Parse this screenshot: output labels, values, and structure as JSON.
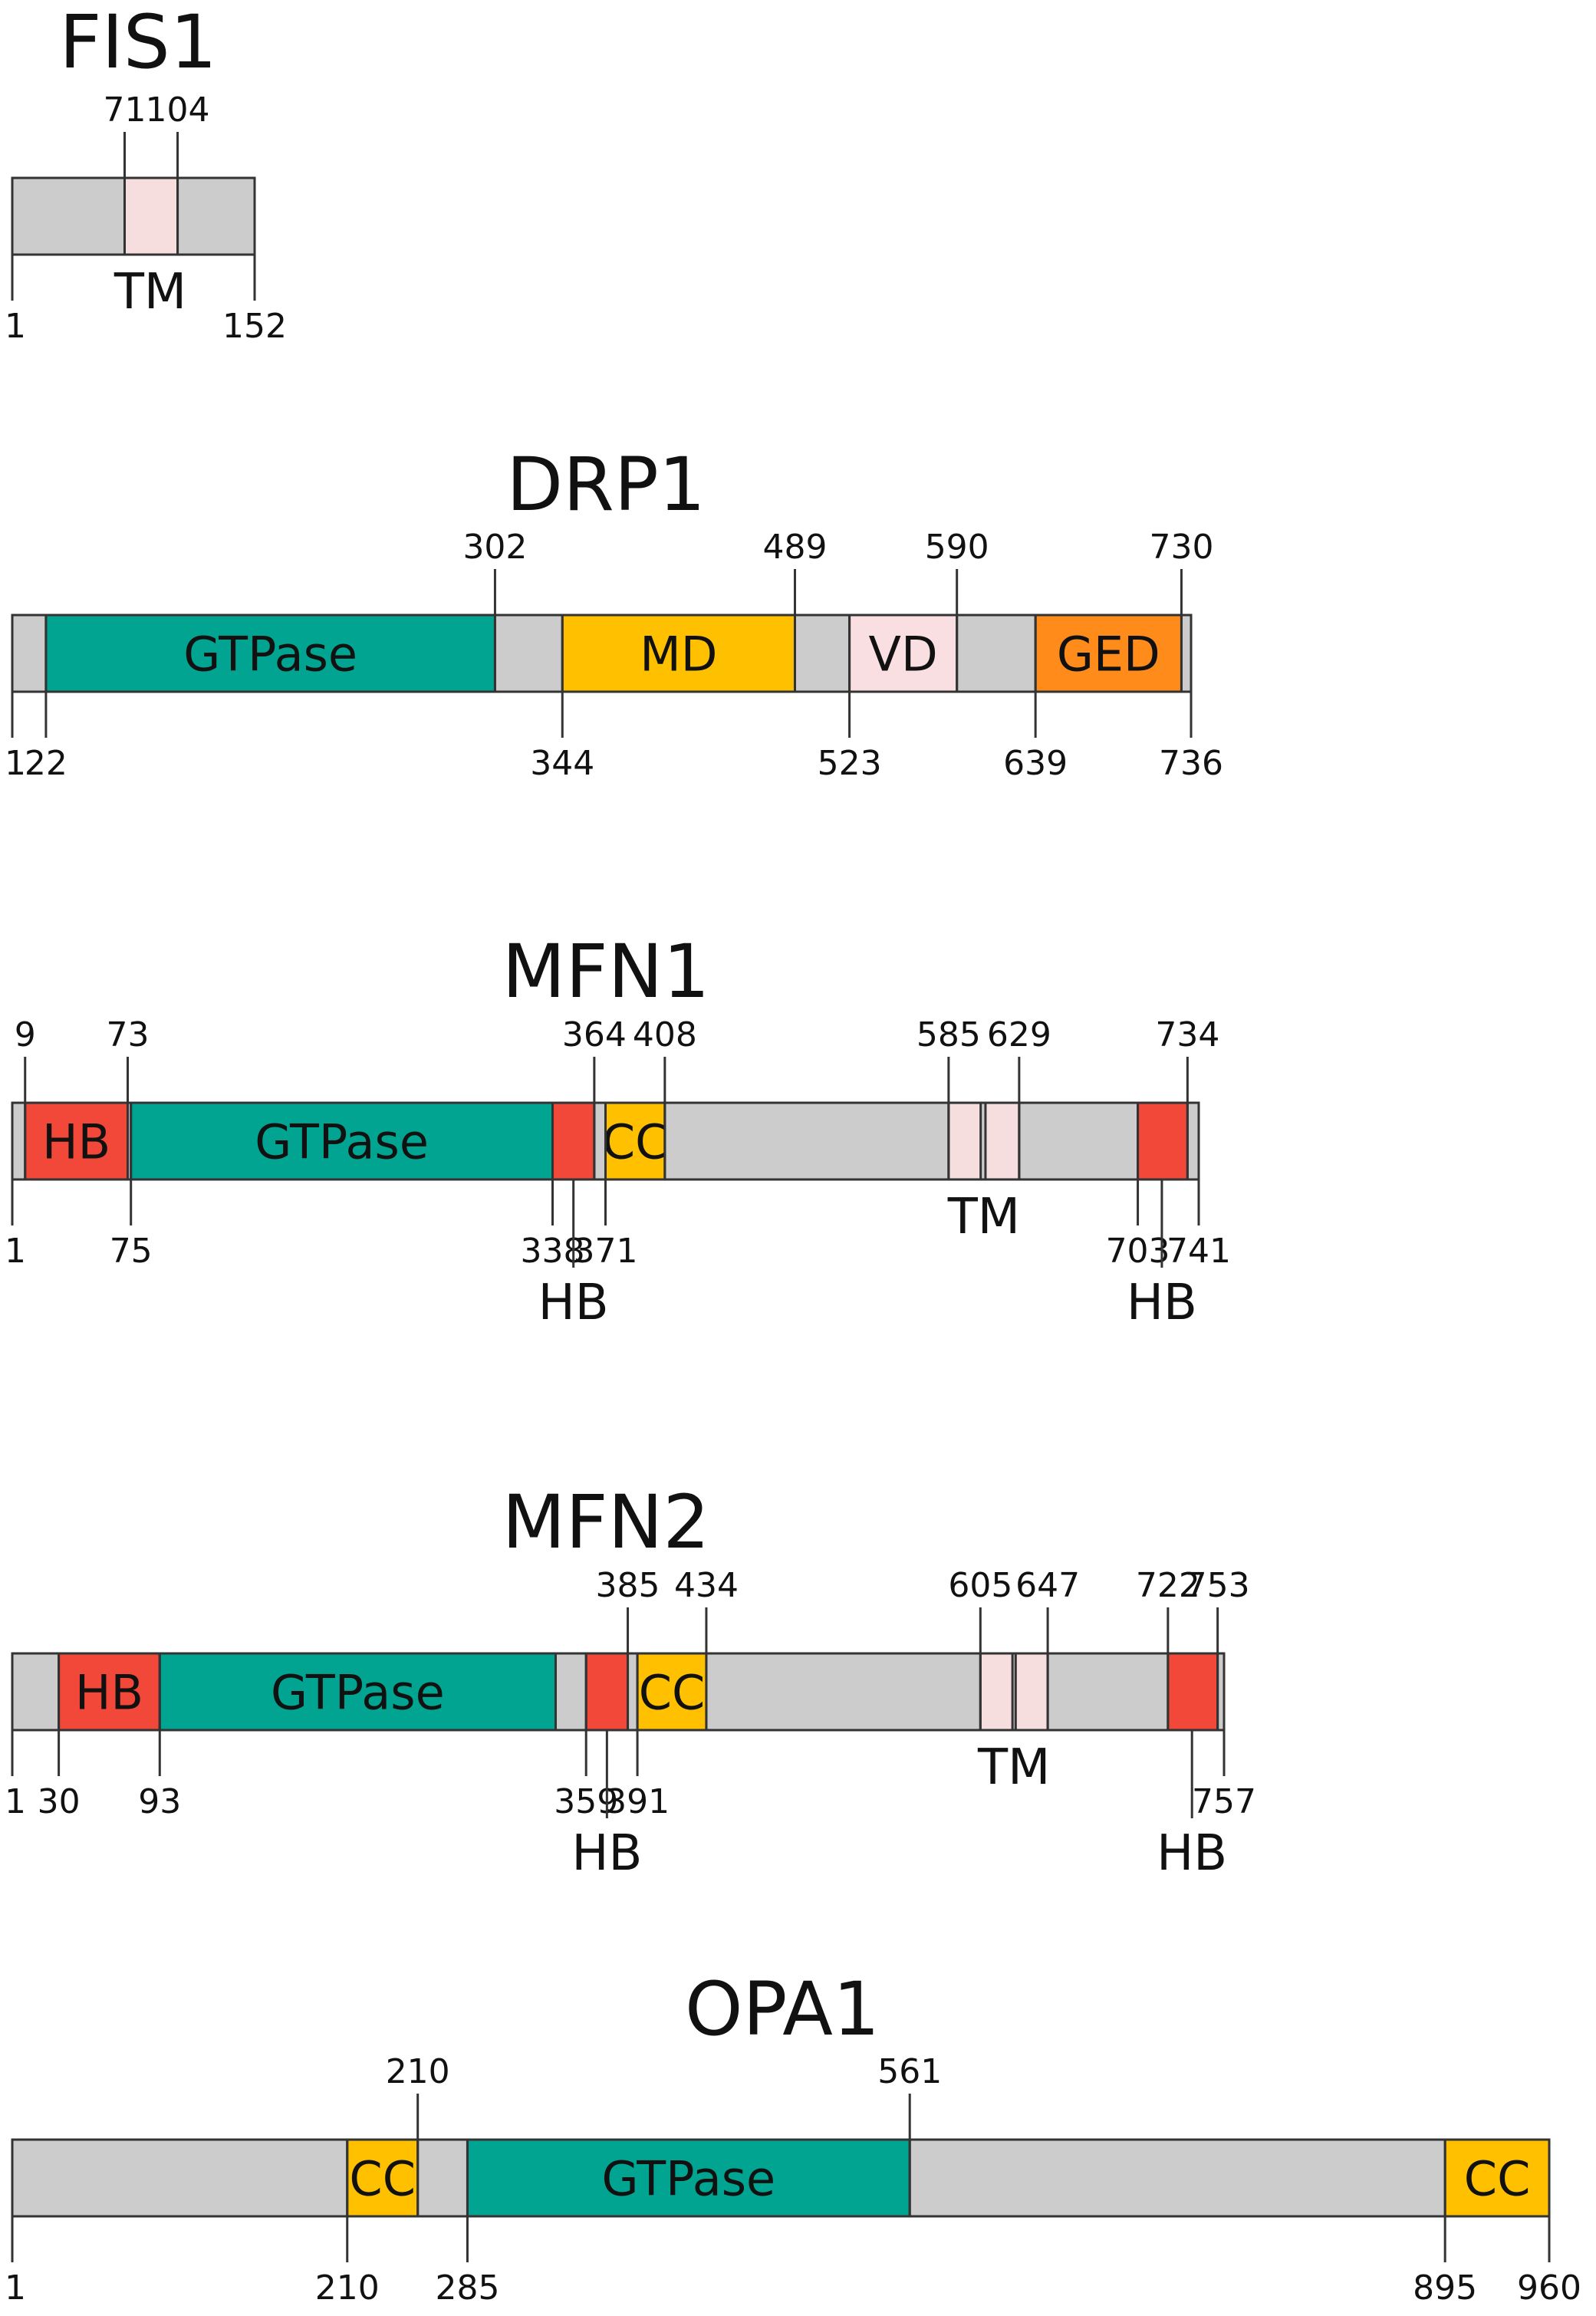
{
  "colors": {
    "background": "#ffffff",
    "bar": "#cccccc",
    "outline": "#333333",
    "text": "#111111",
    "TM": "#f6dede",
    "VD": "#f9dfe1",
    "GTPase": "#00a491",
    "MD": "#ffc000",
    "CC": "#ffc000",
    "GED": "#ff8c1a",
    "HB": "#f2483a"
  },
  "proteins": [
    {
      "id": "fis1",
      "name": "FIS1",
      "length": 152,
      "domains": [
        {
          "type": "TM",
          "label": "",
          "start": 71,
          "end": 104
        }
      ],
      "top_labels": [
        {
          "text": "71",
          "pos": 71
        },
        {
          "text": "104",
          "pos": 104
        }
      ],
      "bottom_labels": [
        {
          "text": "1",
          "pos": 1
        },
        {
          "text": "152",
          "pos": 152
        }
      ],
      "below_labels": [
        {
          "text": "TM",
          "pos": 87
        }
      ]
    },
    {
      "id": "drp1",
      "name": "DRP1",
      "length": 736,
      "domains": [
        {
          "type": "GTPase",
          "label": "GTPase",
          "start": 22,
          "end": 302
        },
        {
          "type": "MD",
          "label": "MD",
          "start": 344,
          "end": 489
        },
        {
          "type": "VD",
          "label": "VD",
          "start": 523,
          "end": 590
        },
        {
          "type": "GED",
          "label": "GED",
          "start": 639,
          "end": 730
        }
      ],
      "top_labels": [
        {
          "text": "302",
          "pos": 302
        },
        {
          "text": "489",
          "pos": 489
        },
        {
          "text": "590",
          "pos": 590
        },
        {
          "text": "730",
          "pos": 730
        }
      ],
      "bottom_labels": [
        {
          "text": "1",
          "pos": 1
        },
        {
          "text": "22",
          "pos": 22
        },
        {
          "text": "344",
          "pos": 344
        },
        {
          "text": "523",
          "pos": 523
        },
        {
          "text": "639",
          "pos": 639
        },
        {
          "text": "736",
          "pos": 736
        }
      ],
      "below_labels": []
    },
    {
      "id": "mfn1",
      "name": "MFN1",
      "length": 741,
      "domains": [
        {
          "type": "HB",
          "label": "HB",
          "start": 9,
          "end": 73
        },
        {
          "type": "GTPase",
          "label": "GTPase",
          "start": 75,
          "end": 338
        },
        {
          "type": "HB",
          "label": "",
          "start": 338,
          "end": 364
        },
        {
          "type": "CC",
          "label": "CC",
          "start": 371,
          "end": 408
        },
        {
          "type": "TM",
          "label": "",
          "start": 585,
          "end": 605
        },
        {
          "type": "TM",
          "label": "",
          "start": 608,
          "end": 629
        },
        {
          "type": "HB",
          "label": "",
          "start": 703,
          "end": 734
        }
      ],
      "top_labels": [
        {
          "text": "9",
          "pos": 9
        },
        {
          "text": "73",
          "pos": 73
        },
        {
          "text": "364",
          "pos": 364
        },
        {
          "text": "408",
          "pos": 408
        },
        {
          "text": "585",
          "pos": 585
        },
        {
          "text": "629",
          "pos": 629
        },
        {
          "text": "734",
          "pos": 734
        }
      ],
      "bottom_labels": [
        {
          "text": "1",
          "pos": 1
        },
        {
          "text": "75",
          "pos": 75
        },
        {
          "text": "338",
          "pos": 338
        },
        {
          "text": "371",
          "pos": 371
        },
        {
          "text": "703",
          "pos": 703
        },
        {
          "text": "741",
          "pos": 741
        }
      ],
      "below_labels": [
        {
          "text": "TM",
          "pos": 607
        },
        {
          "text": "HB",
          "pos": 351
        },
        {
          "text": "HB",
          "pos": 718
        }
      ]
    },
    {
      "id": "mfn2",
      "name": "MFN2",
      "length": 757,
      "domains": [
        {
          "type": "HB",
          "label": "HB",
          "start": 30,
          "end": 93
        },
        {
          "type": "GTPase",
          "label": "GTPase",
          "start": 93,
          "end": 340
        },
        {
          "type": "HB",
          "label": "",
          "start": 359,
          "end": 385
        },
        {
          "type": "CC",
          "label": "CC",
          "start": 391,
          "end": 434
        },
        {
          "type": "TM",
          "label": "",
          "start": 605,
          "end": 625
        },
        {
          "type": "TM",
          "label": "",
          "start": 627,
          "end": 647
        },
        {
          "type": "HB",
          "label": "",
          "start": 722,
          "end": 753
        }
      ],
      "top_labels": [
        {
          "text": "385",
          "pos": 385
        },
        {
          "text": "434",
          "pos": 434
        },
        {
          "text": "605",
          "pos": 605
        },
        {
          "text": "647",
          "pos": 647
        },
        {
          "text": "722",
          "pos": 722
        },
        {
          "text": "753",
          "pos": 753
        }
      ],
      "bottom_labels": [
        {
          "text": "1",
          "pos": 1
        },
        {
          "text": "30",
          "pos": 30
        },
        {
          "text": "93",
          "pos": 93
        },
        {
          "text": "359",
          "pos": 359
        },
        {
          "text": "391",
          "pos": 391
        },
        {
          "text": "757",
          "pos": 757
        }
      ],
      "below_labels": [
        {
          "text": "TM",
          "pos": 626
        },
        {
          "text": "HB",
          "pos": 372
        },
        {
          "text": "HB",
          "pos": 737
        }
      ]
    },
    {
      "id": "opa1",
      "name": "OPA1",
      "length": 960,
      "domains": [
        {
          "type": "CC",
          "label": "CC",
          "start": 210,
          "end": 254
        },
        {
          "type": "GTPase",
          "label": "GTPase",
          "start": 285,
          "end": 561
        },
        {
          "type": "CC",
          "label": "CC",
          "start": 895,
          "end": 960
        }
      ],
      "top_labels": [
        {
          "text": "210",
          "pos": 254
        },
        {
          "text": "561",
          "pos": 561
        }
      ],
      "bottom_labels": [
        {
          "text": "1",
          "pos": 1
        },
        {
          "text": "210",
          "pos": 210
        },
        {
          "text": "285",
          "pos": 285
        },
        {
          "text": "895",
          "pos": 895
        },
        {
          "text": "960",
          "pos": 960
        }
      ],
      "below_labels": []
    }
  ]
}
